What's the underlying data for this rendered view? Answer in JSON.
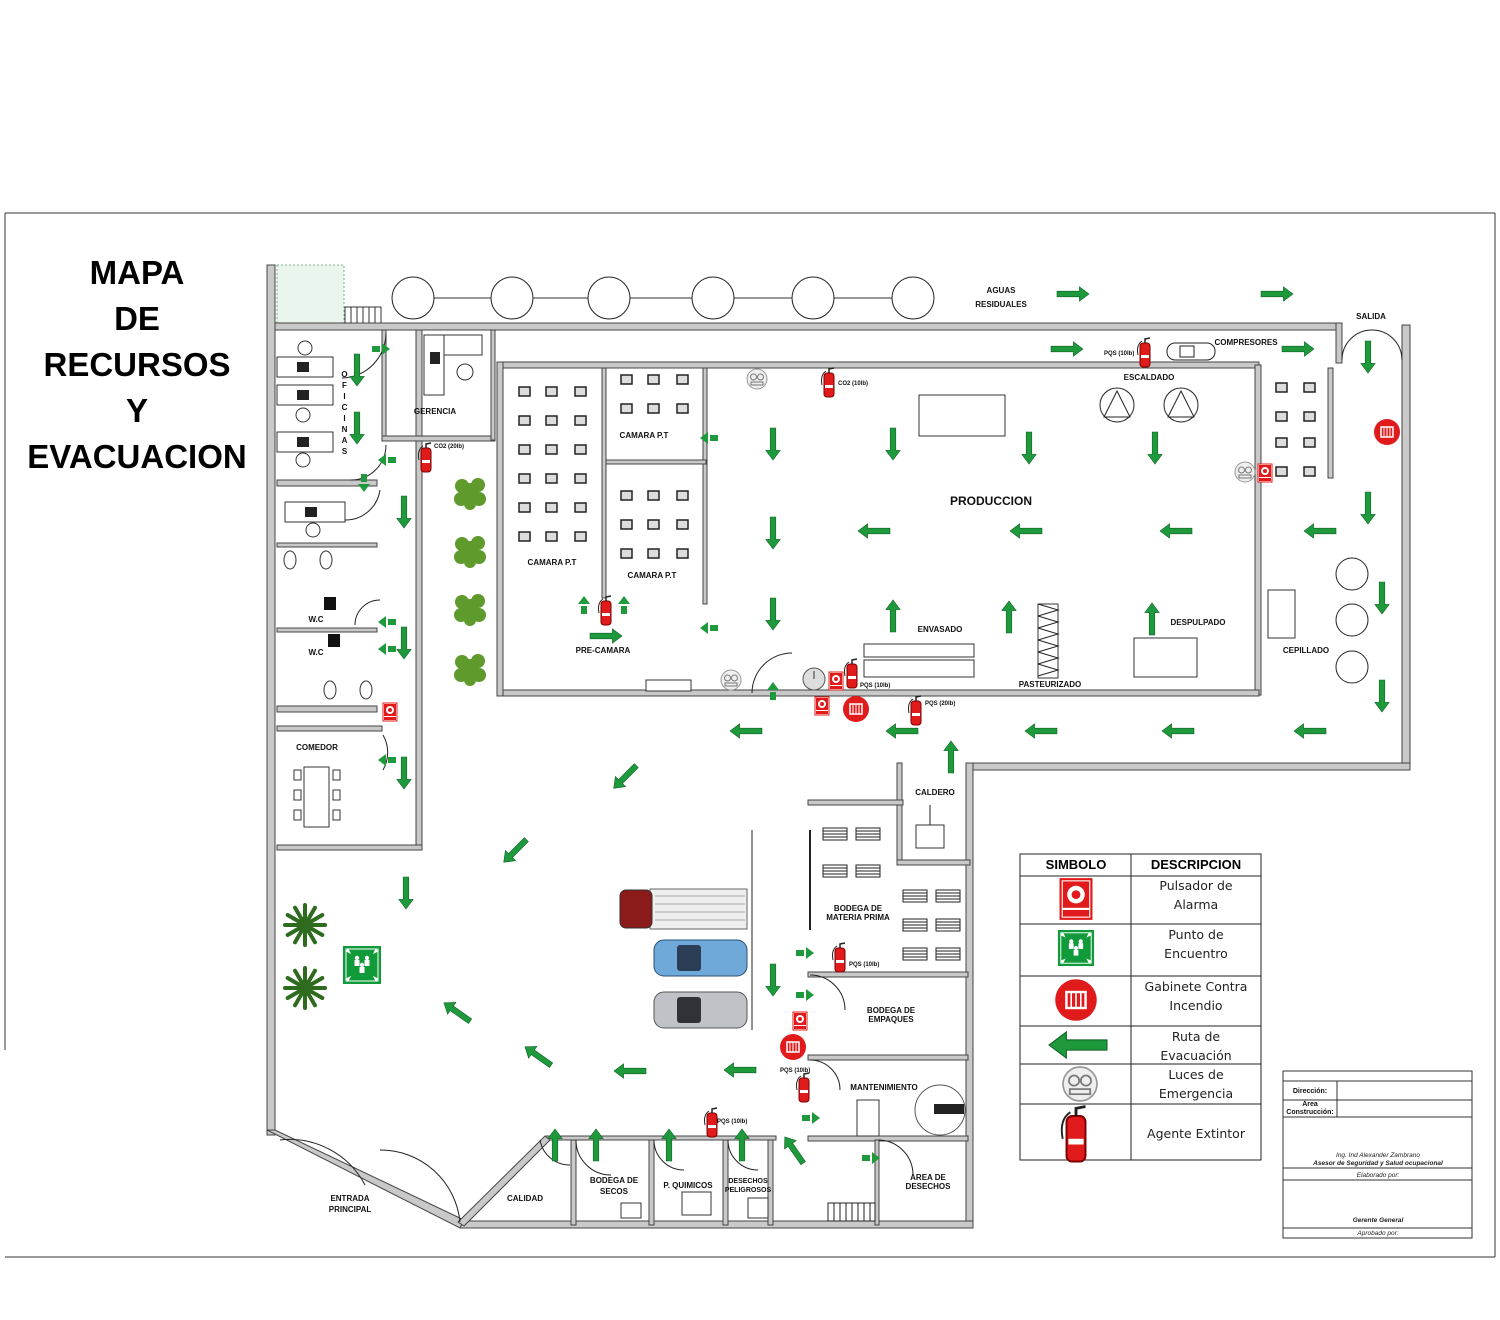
{
  "title": [
    "MAPA",
    "DE",
    "RECURSOS",
    "Y",
    "EVACUACION"
  ],
  "rooms": {
    "oficinas": "OFICINAS",
    "gerencia": "GERENCIA",
    "wc_1": "W.C",
    "wc_2": "W.C",
    "comedor": "COMEDOR",
    "camara_pt_1": "CAMARA P.T",
    "camara_pt_2": "CAMARA P.T",
    "camara_pt_3": "CAMARA P.T",
    "pre_camara": "PRE-CAMARA",
    "produccion": "PRODUCCION",
    "envasado": "ENVASADO",
    "pasteurizado": "PASTEURIZADO",
    "despulpado": "DESPULPADO",
    "escaldado": "ESCALDADO",
    "compresores": "COMPRESORES",
    "salida": "SALIDA",
    "aguas_residuales": [
      "AGUAS",
      "RESIDUALES"
    ],
    "cepillado": "CEPILLADO",
    "caldero": "CALDERO",
    "bodega_materia_prima": [
      "BODEGA DE",
      "MATERIA PRIMA"
    ],
    "bodega_empaques": [
      "BODEGA DE",
      "EMPAQUES"
    ],
    "mantenimiento": "MANTENIMIENTO",
    "area_desechos": [
      "AREA DE",
      "DESECHOS"
    ],
    "desechos_peligrosos": [
      "DESECHOS",
      "PELIGROSOS"
    ],
    "p_quimicos": "P. QUIMICOS",
    "bodega_secos": [
      "BODEGA DE",
      "SECOS"
    ],
    "calidad": "CALIDAD",
    "entrada_principal": [
      "ENTRADA",
      "PRINCIPAL"
    ]
  },
  "extinguishers": [
    {
      "label": "CO2 (10lb)"
    },
    {
      "label": "CO2 (20lb)"
    },
    {
      "label": ""
    },
    {
      "label": "PQS (10lb)"
    },
    {
      "label": "PQS (20lb)"
    },
    {
      "label": "PQS (10lb)"
    },
    {
      "label": "PQS (10lb)"
    },
    {
      "label": "PQS (10lb)"
    },
    {
      "label": "PQS (10lb)"
    }
  ],
  "legend": {
    "header_symbol": "SIMBOLO",
    "header_description": "DESCRIPCION",
    "rows": [
      {
        "icon": "alarm-pushbutton",
        "lines": [
          "Pulsador de",
          "Alarma"
        ]
      },
      {
        "icon": "assembly-point",
        "lines": [
          "Punto de",
          "Encuentro"
        ]
      },
      {
        "icon": "fire-hose-cabinet",
        "lines": [
          "Gabinete Contra",
          "Incendio"
        ]
      },
      {
        "icon": "evacuation-arrow",
        "lines": [
          "Ruta de",
          "Evacuación"
        ]
      },
      {
        "icon": "emergency-light",
        "lines": [
          "Luces de",
          "Emergencia"
        ]
      },
      {
        "icon": "fire-extinguisher",
        "lines": [
          "Agente Extintor"
        ]
      }
    ]
  },
  "title_block": {
    "direccion_label": "Dirección:",
    "area_label": [
      "Área",
      "Construcción:"
    ],
    "author_name": "Ing. Ind Alexander Zambrano",
    "author_role": "Asesor de Seguridad y Salud ocupacional",
    "elaborado": "Elaborado por:",
    "approver": "Gerente General",
    "aprobado": "Aprobado por:"
  },
  "colors": {
    "evacuation_green": "#1e9a3c",
    "fire_red": "#e11b1b",
    "wall_gray": "#c9c9c9"
  }
}
